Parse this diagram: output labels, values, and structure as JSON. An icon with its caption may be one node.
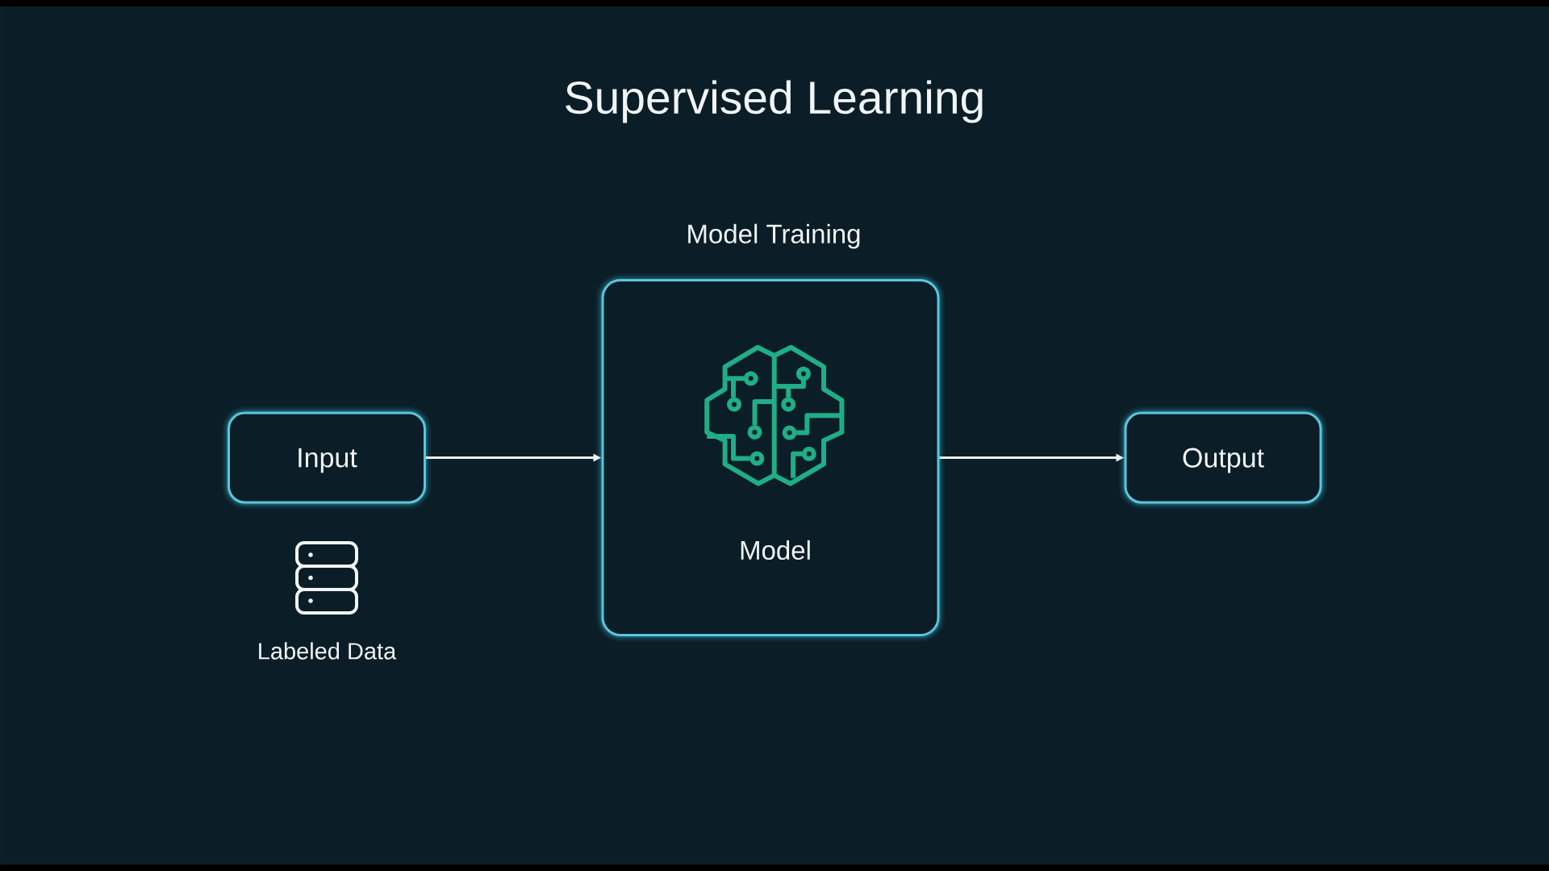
{
  "diagram": {
    "title": "Supervised Learning",
    "nodes": [
      {
        "text": [
          "Input"
        ]
      },
      {
        "text": [
          "Model Training",
          "Model"
        ]
      },
      {
        "text": [
          "Output"
        ]
      }
    ],
    "edges": [
      {
        "from": 0,
        "to": 1,
        "arrow": "to"
      },
      {
        "from": 1,
        "to": 2,
        "arrow": "to"
      }
    ],
    "labels": [
      "Labeled Data"
    ]
  }
}
